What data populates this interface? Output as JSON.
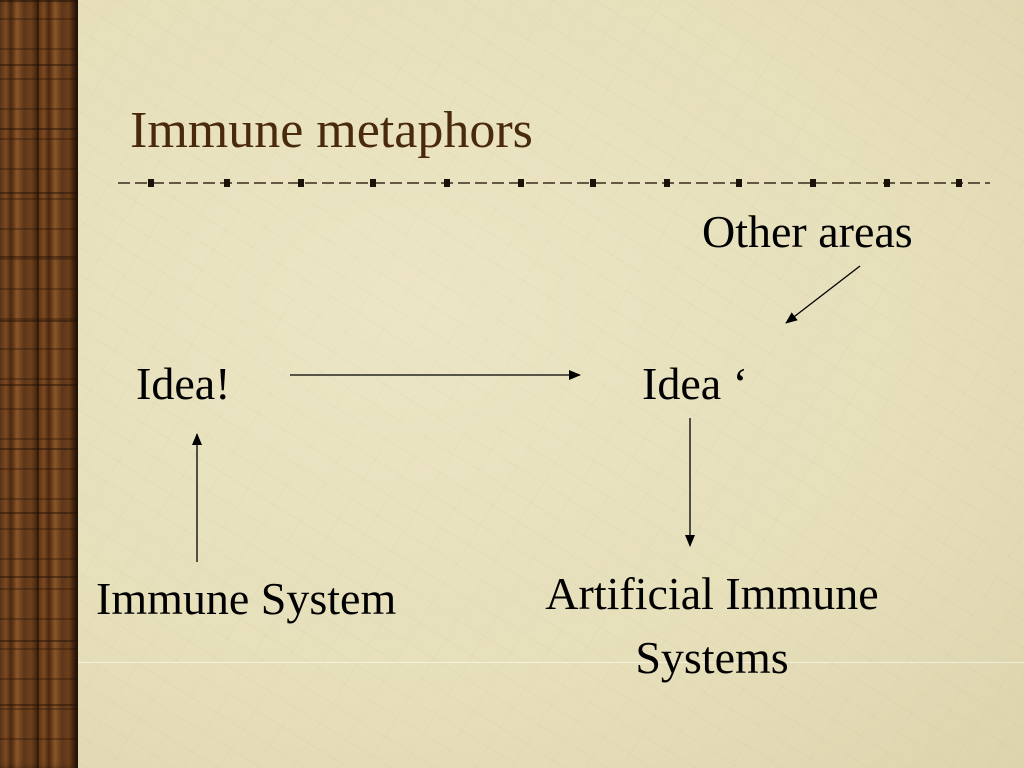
{
  "slide": {
    "title": "Immune metaphors",
    "nodes": {
      "other_areas": "Other areas",
      "idea": "Idea!",
      "idea_prime": "Idea ‘",
      "immune_system": "Immune System",
      "ais_line1": "Artificial Immune",
      "ais_line2": "Systems"
    }
  },
  "colors": {
    "title": "#4a2a0c",
    "text": "#000000",
    "background": "#e8e1bd",
    "sidebar": "#5a3216"
  }
}
